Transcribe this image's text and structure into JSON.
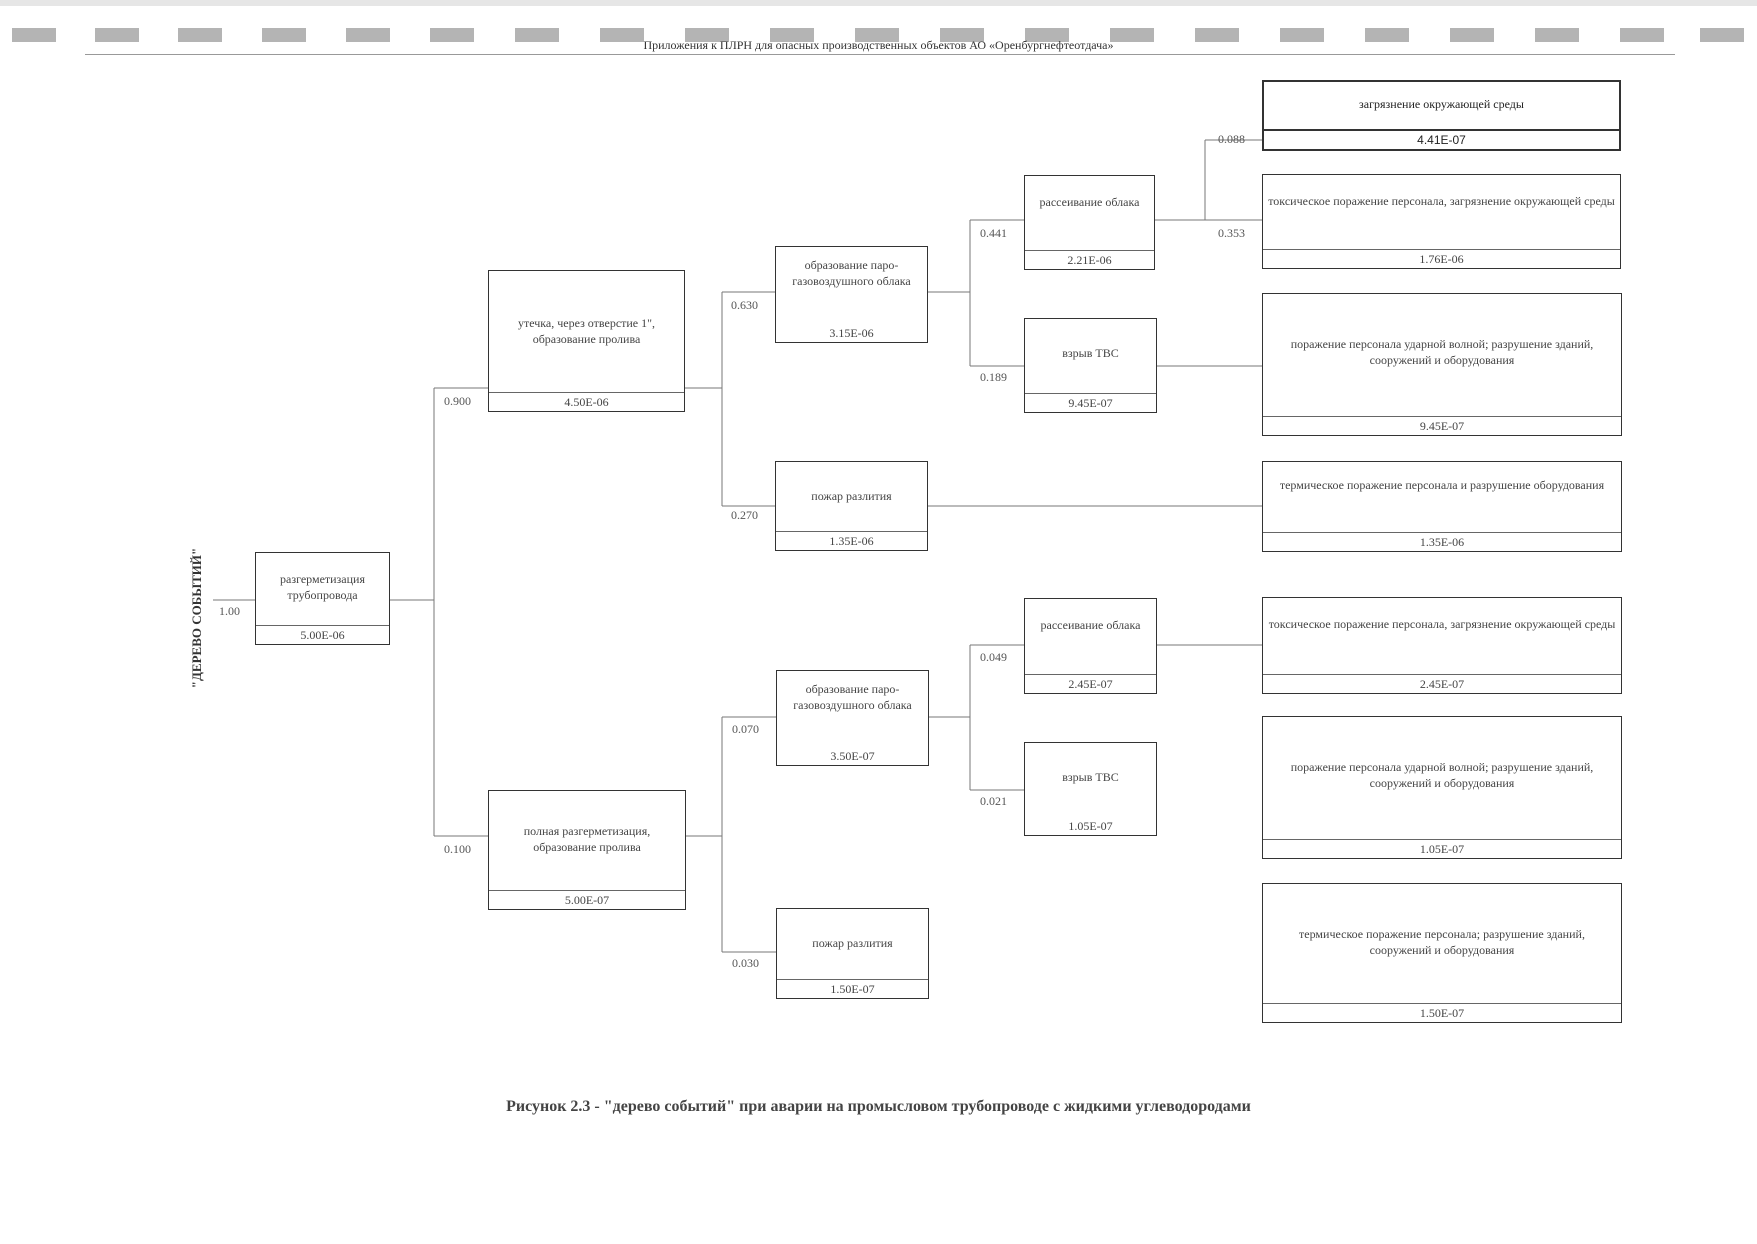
{
  "header": "Приложения к ПЛРН для опасных производственных объектов  АО «Оренбургнефтеотдача»",
  "tree_title": "\"ДЕРЕВО СОБЫТИЙ\"",
  "caption": "Рисунок 2.3 - \"дерево событий\" при аварии на промысловом трубопроводе с жидкими  углеводородами",
  "root": {
    "label": "разгерметизация трубопровода",
    "value": "5.00E-06",
    "prob": "1.00"
  },
  "branches": [
    {
      "label": "утечка, через отверстие 1\", образование пролива",
      "value": "4.50E-06",
      "prob": "0.900"
    },
    {
      "label": "полная разгерметизация, образование пролива",
      "value": "5.00E-07",
      "prob": "0.100"
    }
  ],
  "level2": [
    {
      "label": "образование паро-газовоздушного облака",
      "value": "3.15E-06",
      "prob": "0.630"
    },
    {
      "label": "пожар разлития",
      "value": "1.35E-06",
      "prob": "0.270"
    },
    {
      "label": "образование паро-газовоздушного облака",
      "value": "3.50E-07",
      "prob": "0.070"
    },
    {
      "label": "пожар разлития",
      "value": "1.50E-07",
      "prob": "0.030"
    }
  ],
  "level3": [
    {
      "label": "рассеивание облака",
      "value": "2.21E-06",
      "prob": "0.441"
    },
    {
      "label": "взрыв ТВС",
      "value": "9.45E-07",
      "prob": "0.189"
    },
    {
      "label": "рассеивание облака",
      "value": "2.45E-07",
      "prob": "0.049"
    },
    {
      "label": "взрыв ТВС",
      "value": "1.05E-07",
      "prob": "0.021"
    }
  ],
  "outcomes": [
    {
      "label": "загрязнение окружающей среды",
      "value": "4.41E-07",
      "prob": "0.088"
    },
    {
      "label": "токсическое поражение персонала, загрязнение окружающей среды",
      "value": "1.76E-06",
      "prob": "0.353"
    },
    {
      "label": "поражение персонала ударной волной; разрушение зданий, сооружений и оборудования",
      "value": "9.45E-07"
    },
    {
      "label": "термическое поражение персонала и разрушение оборудования",
      "value": "1.35E-06"
    },
    {
      "label": "токсическое поражение персонала, загрязнение окружающей среды",
      "value": "2.45E-07"
    },
    {
      "label": "поражение персонала ударной волной; разрушение зданий, сооружений и оборудования",
      "value": "1.05E-07"
    },
    {
      "label": "термическое поражение персонала; разрушение зданий, сооружений и оборудования",
      "value": "1.50E-07"
    }
  ]
}
